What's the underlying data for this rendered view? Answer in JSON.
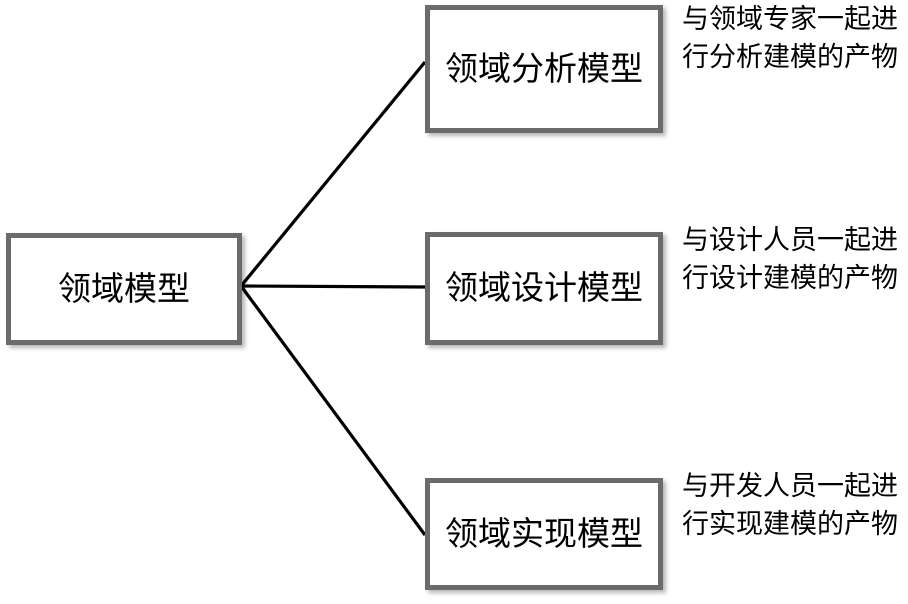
{
  "diagram": {
    "type": "tree-diagram",
    "title": "领域模型",
    "colors": {
      "box_border": "#6b6b6b",
      "box_fill": "#ffffff",
      "connector": "#000000",
      "text": "#000000",
      "background": "#ffffff"
    },
    "root": {
      "label": "领域模型"
    },
    "branches": [
      {
        "id": "analysis",
        "node_label": "领域分析模型",
        "note": "与领域专家一起进行分析建模的产物"
      },
      {
        "id": "design",
        "node_label": "领域设计模型",
        "note": "与设计人员一起进行设计建模的产物"
      },
      {
        "id": "implementation",
        "node_label": "领域实现模型",
        "note": "与开发人员一起进行实现建模的产物"
      }
    ],
    "connectors": [
      {
        "from": "root",
        "to": "analysis",
        "style": "straight-line"
      },
      {
        "from": "root",
        "to": "design",
        "style": "straight-line"
      },
      {
        "from": "root",
        "to": "implementation",
        "style": "straight-line"
      }
    ]
  }
}
